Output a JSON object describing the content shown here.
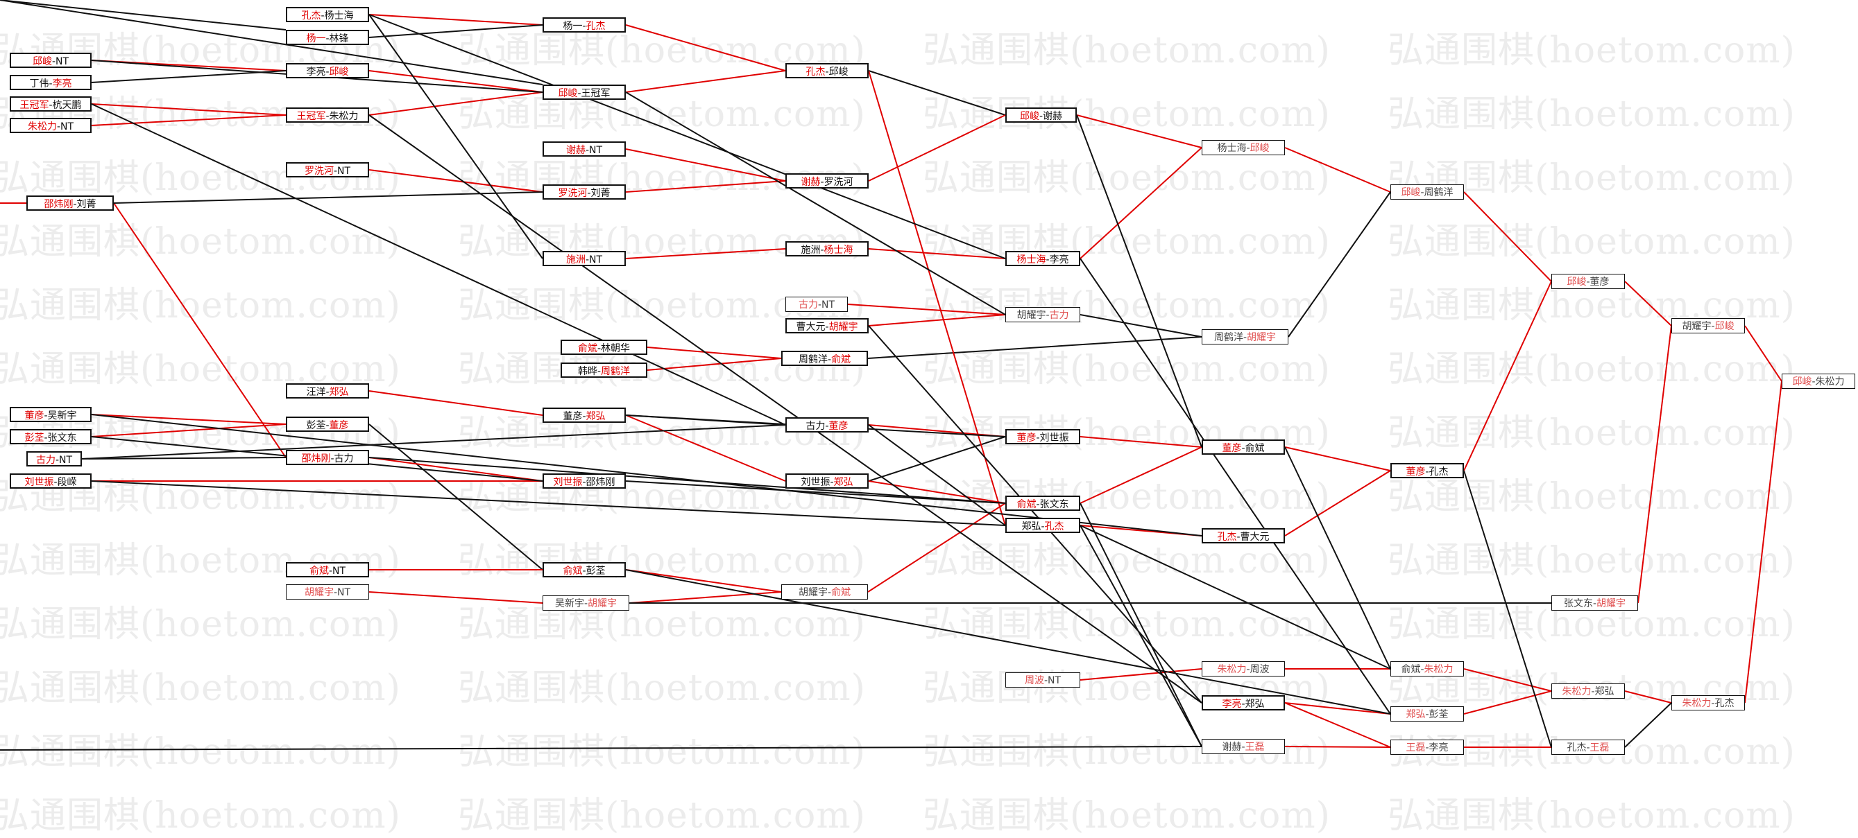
{
  "watermark": "弘通围棋(hoetom.com)",
  "colors": {
    "winner": "#e00000",
    "line_win": "#e00000",
    "line_loss": "#111111"
  },
  "matches": {
    "r1": [
      {
        "id": "m1a",
        "a": "邱峻",
        "b": "NT",
        "w": "a"
      },
      {
        "id": "m1b",
        "a": "丁伟",
        "b": "李亮",
        "w": "b"
      },
      {
        "id": "m1c",
        "a": "王冠军",
        "b": "杭天鹏",
        "w": "a"
      },
      {
        "id": "m1d",
        "a": "朱松力",
        "b": "NT",
        "w": "a"
      },
      {
        "id": "m1e",
        "a": "邵炜刚",
        "b": "刘菁",
        "w": "a"
      },
      {
        "id": "m1f",
        "a": "董彦",
        "b": "吴新宇",
        "w": "a"
      },
      {
        "id": "m1g",
        "a": "彭荃",
        "b": "张文东",
        "w": "a"
      },
      {
        "id": "m1h",
        "a": "古力",
        "b": "NT",
        "w": "a"
      },
      {
        "id": "m1i",
        "a": "刘世振",
        "b": "段嵘",
        "w": "a"
      }
    ],
    "r2": [
      {
        "id": "m2a",
        "a": "孔杰",
        "b": "杨士海",
        "w": "a"
      },
      {
        "id": "m2b",
        "a": "杨一",
        "b": "林锋",
        "w": "a"
      },
      {
        "id": "m2c",
        "a": "李亮",
        "b": "邱峻",
        "w": "b"
      },
      {
        "id": "m2d",
        "a": "王冠军",
        "b": "朱松力",
        "w": "a"
      },
      {
        "id": "m2e",
        "a": "罗洗河",
        "b": "NT",
        "w": "a"
      },
      {
        "id": "m2f",
        "a": "汪洋",
        "b": "郑弘",
        "w": "b"
      },
      {
        "id": "m2g",
        "a": "彭荃",
        "b": "董彦",
        "w": "b"
      },
      {
        "id": "m2h",
        "a": "邵炜刚",
        "b": "古力",
        "w": "a"
      },
      {
        "id": "m2i",
        "a": "俞斌",
        "b": "NT",
        "w": "a"
      },
      {
        "id": "m2j",
        "a": "胡耀宇",
        "b": "NT",
        "w": "a"
      }
    ],
    "r3": [
      {
        "id": "m3a",
        "a": "杨一",
        "b": "孔杰",
        "w": "b"
      },
      {
        "id": "m3b",
        "a": "邱峻",
        "b": "王冠军",
        "w": "a"
      },
      {
        "id": "m3c",
        "a": "谢赫",
        "b": "NT",
        "w": "a"
      },
      {
        "id": "m3d",
        "a": "罗洗河",
        "b": "刘菁",
        "w": "a"
      },
      {
        "id": "m3e",
        "a": "施洲",
        "b": "NT",
        "w": "a"
      },
      {
        "id": "m3f",
        "a": "俞斌",
        "b": "林朝华",
        "w": "a"
      },
      {
        "id": "m3g",
        "a": "韩晔",
        "b": "周鹤洋",
        "w": "b"
      },
      {
        "id": "m3h",
        "a": "董彦",
        "b": "郑弘",
        "w": "b"
      },
      {
        "id": "m3i",
        "a": "刘世振",
        "b": "邵炜刚",
        "w": "a"
      },
      {
        "id": "m3j",
        "a": "俞斌",
        "b": "彭荃",
        "w": "a"
      },
      {
        "id": "m3k",
        "a": "吴新宇",
        "b": "胡耀宇",
        "w": "b"
      }
    ],
    "r4": [
      {
        "id": "m4a",
        "a": "孔杰",
        "b": "邱峻",
        "w": "a"
      },
      {
        "id": "m4b",
        "a": "谢赫",
        "b": "罗洗河",
        "w": "a"
      },
      {
        "id": "m4c",
        "a": "施洲",
        "b": "杨士海",
        "w": "b"
      },
      {
        "id": "m4d",
        "a": "古力",
        "b": "NT",
        "w": "a"
      },
      {
        "id": "m4e",
        "a": "曹大元",
        "b": "胡耀宇",
        "w": "b"
      },
      {
        "id": "m4f",
        "a": "周鹤洋",
        "b": "俞斌",
        "w": "b"
      },
      {
        "id": "m4g",
        "a": "古力",
        "b": "董彦",
        "w": "b"
      },
      {
        "id": "m4h",
        "a": "刘世振",
        "b": "郑弘",
        "w": "b"
      },
      {
        "id": "m4i",
        "a": "胡耀宇",
        "b": "俞斌",
        "w": "b"
      }
    ],
    "r5": [
      {
        "id": "m5a",
        "a": "邱峻",
        "b": "谢赫",
        "w": "a"
      },
      {
        "id": "m5b",
        "a": "杨士海",
        "b": "李亮",
        "w": "a"
      },
      {
        "id": "m5c",
        "a": "胡耀宇",
        "b": "古力",
        "w": "b"
      },
      {
        "id": "m5d",
        "a": "董彦",
        "b": "刘世振",
        "w": "a"
      },
      {
        "id": "m5e",
        "a": "俞斌",
        "b": "张文东",
        "w": "a"
      },
      {
        "id": "m5f",
        "a": "郑弘",
        "b": "孔杰",
        "w": "b"
      },
      {
        "id": "m5g",
        "a": "周波",
        "b": "NT",
        "w": "a"
      }
    ],
    "r6": [
      {
        "id": "m6a",
        "a": "杨士海",
        "b": "邱峻",
        "w": "b"
      },
      {
        "id": "m6b",
        "a": "周鹤洋",
        "b": "胡耀宇",
        "w": "b"
      },
      {
        "id": "m6c",
        "a": "董彦",
        "b": "俞斌",
        "w": "a"
      },
      {
        "id": "m6d",
        "a": "孔杰",
        "b": "曹大元",
        "w": "a"
      },
      {
        "id": "m6e",
        "a": "朱松力",
        "b": "周波",
        "w": "a"
      },
      {
        "id": "m6f",
        "a": "李亮",
        "b": "郑弘",
        "w": "a"
      },
      {
        "id": "m6g",
        "a": "谢赫",
        "b": "王磊",
        "w": "b"
      }
    ],
    "r7": [
      {
        "id": "m7a",
        "a": "邱峻",
        "b": "周鹤洋",
        "w": "a"
      },
      {
        "id": "m7b",
        "a": "董彦",
        "b": "孔杰",
        "w": "a"
      },
      {
        "id": "m7c",
        "a": "俞斌",
        "b": "朱松力",
        "w": "b"
      },
      {
        "id": "m7d",
        "a": "郑弘",
        "b": "彭荃",
        "w": "a"
      },
      {
        "id": "m7e",
        "a": "王磊",
        "b": "李亮",
        "w": "a"
      }
    ],
    "r8": [
      {
        "id": "m8a",
        "a": "邱峻",
        "b": "董彦",
        "w": "a"
      },
      {
        "id": "m8b",
        "a": "张文东",
        "b": "胡耀宇",
        "w": "b"
      },
      {
        "id": "m8c",
        "a": "朱松力",
        "b": "郑弘",
        "w": "a"
      },
      {
        "id": "m8d",
        "a": "孔杰",
        "b": "王磊",
        "w": "b"
      }
    ],
    "r9": [
      {
        "id": "m9a",
        "a": "胡耀宇",
        "b": "邱峻",
        "w": "b"
      },
      {
        "id": "m9b",
        "a": "朱松力",
        "b": "孔杰",
        "w": "a"
      }
    ],
    "r10": [
      {
        "id": "m10a",
        "a": "邱峻",
        "b": "朱松力",
        "w": "a"
      }
    ]
  }
}
